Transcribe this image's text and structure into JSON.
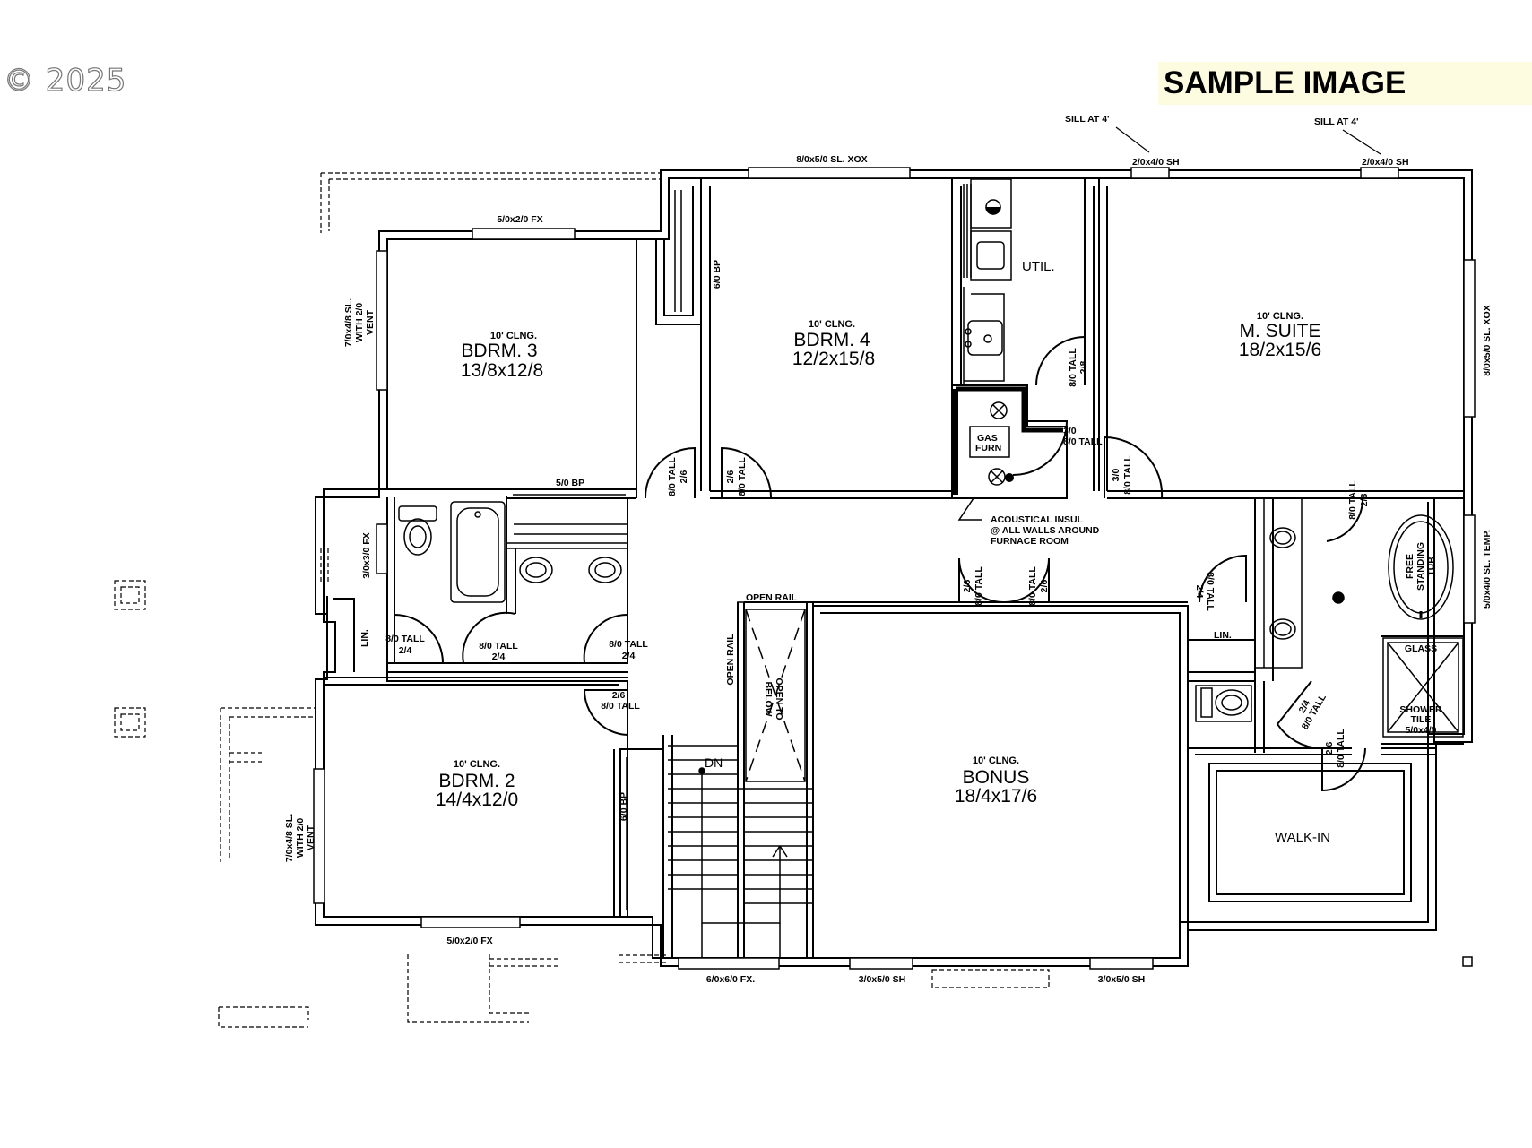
{
  "copyright": "© 2025",
  "watermark": "SAMPLE IMAGE",
  "rooms": {
    "bdrm3": {
      "ceiling": "10' CLNG.",
      "name": "BDRM. 3",
      "size": "13/8x12/8"
    },
    "bdrm4": {
      "ceiling": "10' CLNG.",
      "name": "BDRM. 4",
      "size": "12/2x15/8"
    },
    "suite": {
      "ceiling": "10' CLNG.",
      "name": "M. SUITE",
      "size": "18/2x15/6"
    },
    "bdrm2": {
      "ceiling": "10' CLNG.",
      "name": "BDRM. 2",
      "size": "14/4x12/0"
    },
    "bonus": {
      "ceiling": "10' CLNG.",
      "name": "BONUS",
      "size": "18/4x17/6"
    },
    "util": "UTIL.",
    "walkin": "WALK-IN",
    "lin_left": "LIN.",
    "lin_right": "LIN."
  },
  "windows": {
    "top_bdrm4": "8/0x5/0 SL. XOX",
    "top_bdrm3": "5/0x2/0 FX",
    "sill1": "SILL AT 4'",
    "sill2": "SILL AT 4'",
    "sh_top1": "2/0x4/0 SH",
    "sh_top2": "2/0x4/0 SH",
    "left_bdrm3_a": "7/0x4/8 SL.",
    "left_bdrm3_b": "WITH 2/0",
    "left_bdrm3_c": "VENT",
    "left_bath": "3/0x3/0 FX",
    "left_bdrm2_a": "7/0x4/8 SL.",
    "left_bdrm2_b": "WITH 2/0",
    "left_bdrm2_c": "VENT",
    "bottom_bdrm2": "5/0x2/0 FX",
    "bottom_stair": "6/0x6/0 FX.",
    "bottom_bonus1": "3/0x5/0 SH",
    "bottom_bonus2": "3/0x5/0 SH",
    "right_suite": "8/0x5/0 SL. XOX",
    "right_tub": "5/0x4/0 SL. TEMP."
  },
  "doors": {
    "bp_bdrm4": "6/0 BP",
    "bp_bath": "5/0 BP",
    "bp_bdrm2": "6/0 BP",
    "d1_a": "8/0 TALL",
    "d1_b": "2/6",
    "d2_a": "2/6",
    "d2_b": "8/0 TALL",
    "d3_a": "8/0 TALL",
    "d3_b": "2/8",
    "d4_a": "3/0",
    "d4_b": "8/0 TALL",
    "d4b_a": "3/0",
    "d4b_b": "8/0 TALL",
    "d5_a": "8/0 TALL",
    "d5_b": "2/8",
    "d6_a": "8/0 TALL",
    "d6_b": "2/4",
    "d7_a": "8/0 TALL",
    "d7_b": "2/4",
    "d8_a": "8/0 TALL",
    "d8_b": "2/4",
    "d9_a": "2/6",
    "d9_b": "8/0 TALL",
    "d10_a": "2/6",
    "d10_b": "8/0 TALL",
    "d11_a": "8/0 TALL",
    "d11_b": "2/6",
    "d12_a": "8/0 TALL",
    "d12_b": "2/4",
    "d13_a": "2/4",
    "d13_b": "8/0 TALL",
    "d14_a": "2/6",
    "d14_b": "8/0 TALL"
  },
  "notes": {
    "acoustic1": "ACOUSTICAL INSUL",
    "acoustic2": "@ ALL WALLS AROUND",
    "acoustic3": "FURNACE ROOM",
    "open_rail1": "OPEN RAIL",
    "open_rail2": "OPEN RAIL",
    "open_below1": "OPEN TO",
    "open_below2": "BELOW",
    "dn": "DN",
    "tub1": "FREE",
    "tub2": "STANDING",
    "tub3": "TUB",
    "glass": "GLASS",
    "shower1": "SHOWER",
    "shower2": "TILE",
    "shower3": "5/0x4/0",
    "furnace1": "GAS",
    "furnace2": "FURN"
  }
}
